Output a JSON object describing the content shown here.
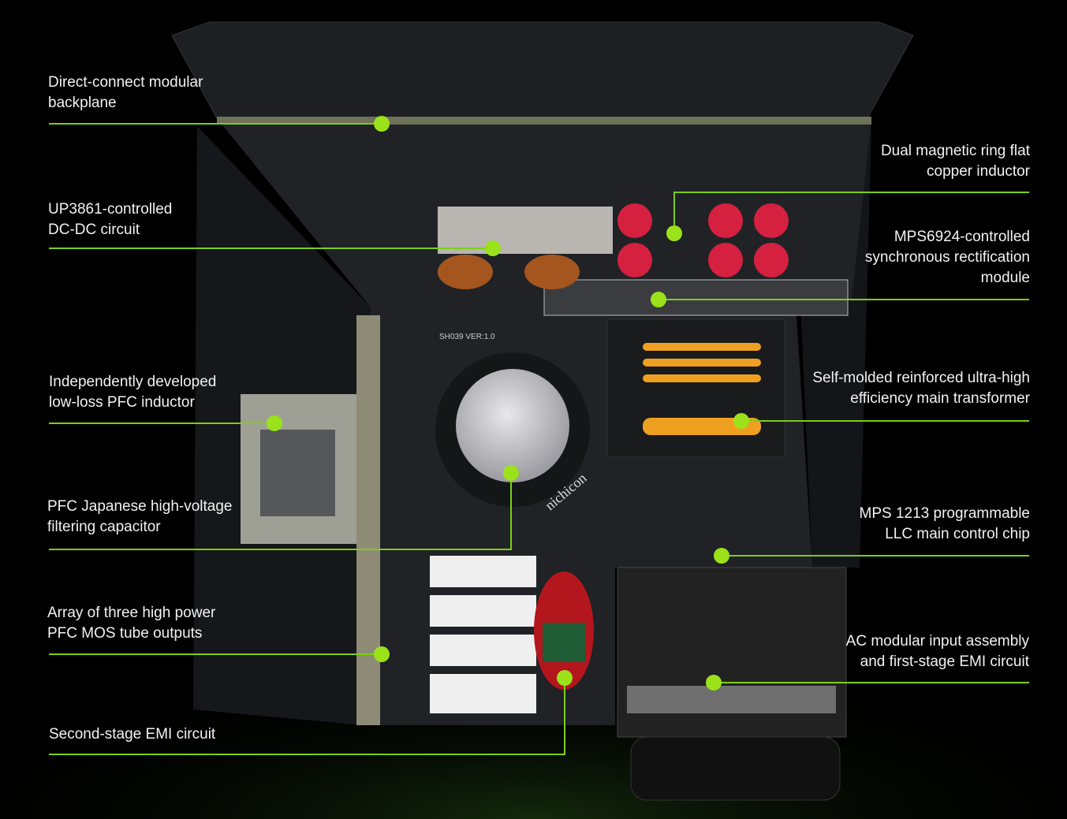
{
  "accent_color": "#8bd80f",
  "callouts": [
    {
      "text": "Direct-connect modular\nbackplane"
    },
    {
      "text": "UP3861-controlled\nDC-DC circuit"
    },
    {
      "text": "Independently developed\nlow-loss PFC inductor"
    },
    {
      "text": "PFC Japanese high-voltage\nfiltering capacitor"
    },
    {
      "text": "Array of three high power\nPFC MOS tube outputs"
    },
    {
      "text": "Second-stage EMI circuit"
    },
    {
      "text": "Dual magnetic ring flat\ncopper inductor"
    },
    {
      "text": "MPS6924-controlled\nsynchronous rectification\nmodule"
    },
    {
      "text": "Self-molded reinforced ultra-high\nefficiency main transformer"
    },
    {
      "text": "MPS 1213 programmable\nLLC main control chip"
    },
    {
      "text": "AC modular input assembly\nand first-stage EMI circuit"
    }
  ],
  "board_markings": {
    "pcb": "SH039  VER:1.0",
    "capacitor_brand": "nichicon"
  }
}
